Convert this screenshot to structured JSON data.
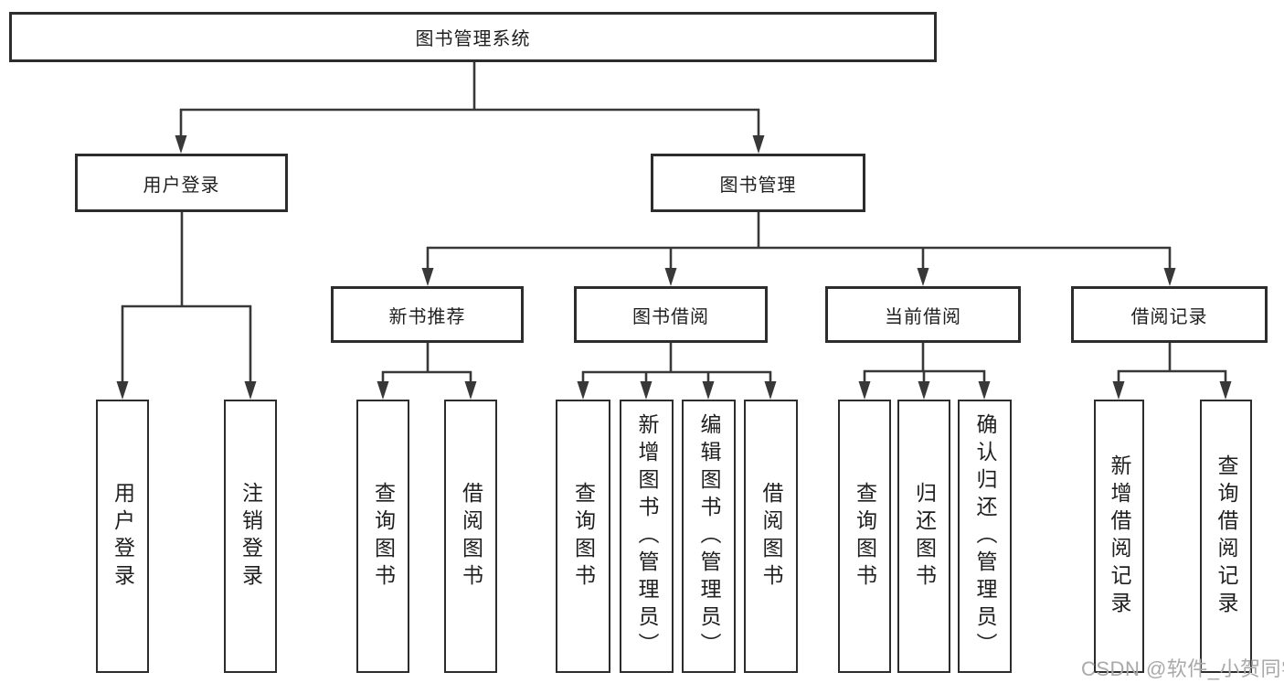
{
  "tree": {
    "root": "图书管理系统",
    "children": [
      {
        "label": "用户登录",
        "children": [
          "用户登录",
          "注销登录"
        ]
      },
      {
        "label": "图书管理",
        "children": [
          {
            "label": "新书推荐",
            "children": [
              "查询图书",
              "借阅图书"
            ]
          },
          {
            "label": "图书借阅",
            "children": [
              "查询图书",
              "新增图书（管理员）",
              "编辑图书（管理员）",
              "借阅图书"
            ]
          },
          {
            "label": "当前借阅",
            "children": [
              "查询图书",
              "归还图书",
              "确认归还（管理员）"
            ]
          },
          {
            "label": "借阅记录",
            "children": [
              "新增借阅记录",
              "查询借阅记录"
            ]
          }
        ]
      }
    ]
  },
  "watermark": {
    "text": "CSDN @软件_小贺同学",
    "color": "#a9a9a9"
  },
  "colors": {
    "line": "#383838",
    "box_border": "#2d2d2d",
    "text": "#1f1f1f",
    "background": "#ffffff"
  }
}
